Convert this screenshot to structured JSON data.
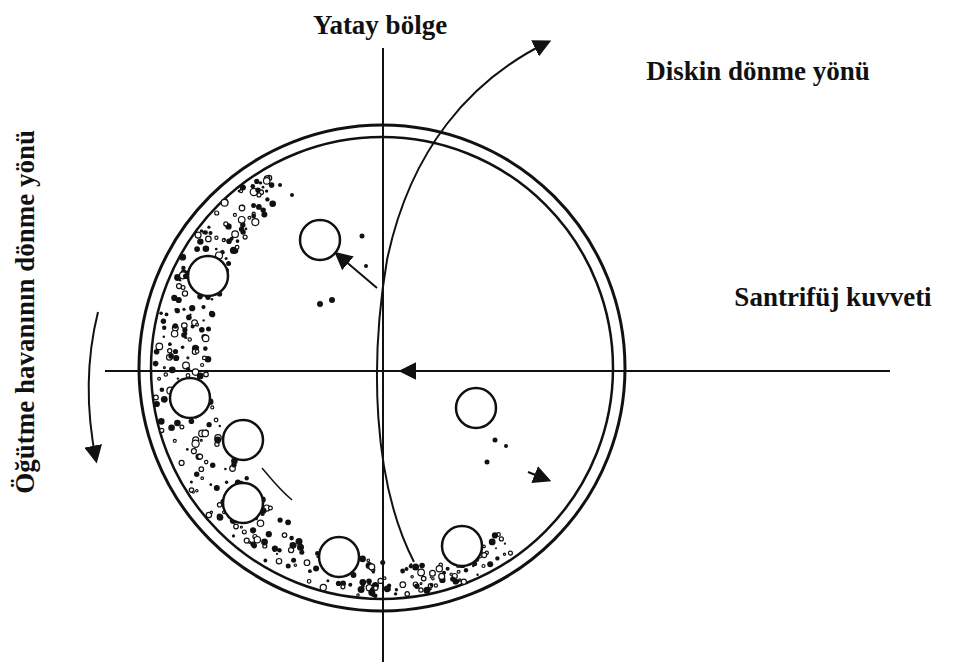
{
  "diagram": {
    "labels": [
      "Yatay bölge",
      "Diskin dönme yönü",
      "Santrifüj kuvveti",
      "Öğütme havanının dönme yönü"
    ]
  }
}
